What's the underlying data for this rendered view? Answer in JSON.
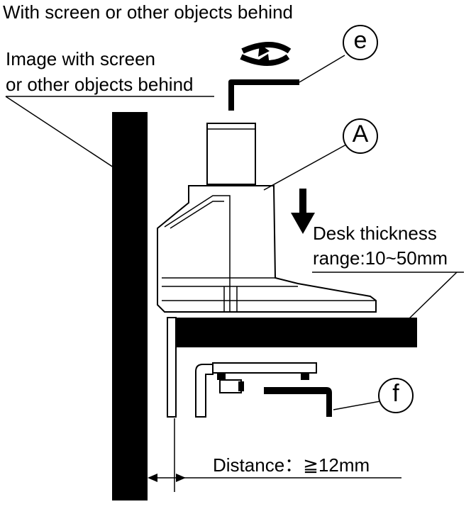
{
  "title": "With screen or other objects behind",
  "behind_label": {
    "line1": "Image with screen",
    "line2": "or other objects behind"
  },
  "desk_label": {
    "line1": "Desk thickness",
    "line2": "range:10~50mm"
  },
  "distance_label": "Distance：≧12mm",
  "callouts": {
    "e": "e",
    "a": "A",
    "f": "f"
  },
  "icons": [
    "rotate-arrows-icon",
    "down-arrow-icon",
    "allen-key-icon"
  ]
}
